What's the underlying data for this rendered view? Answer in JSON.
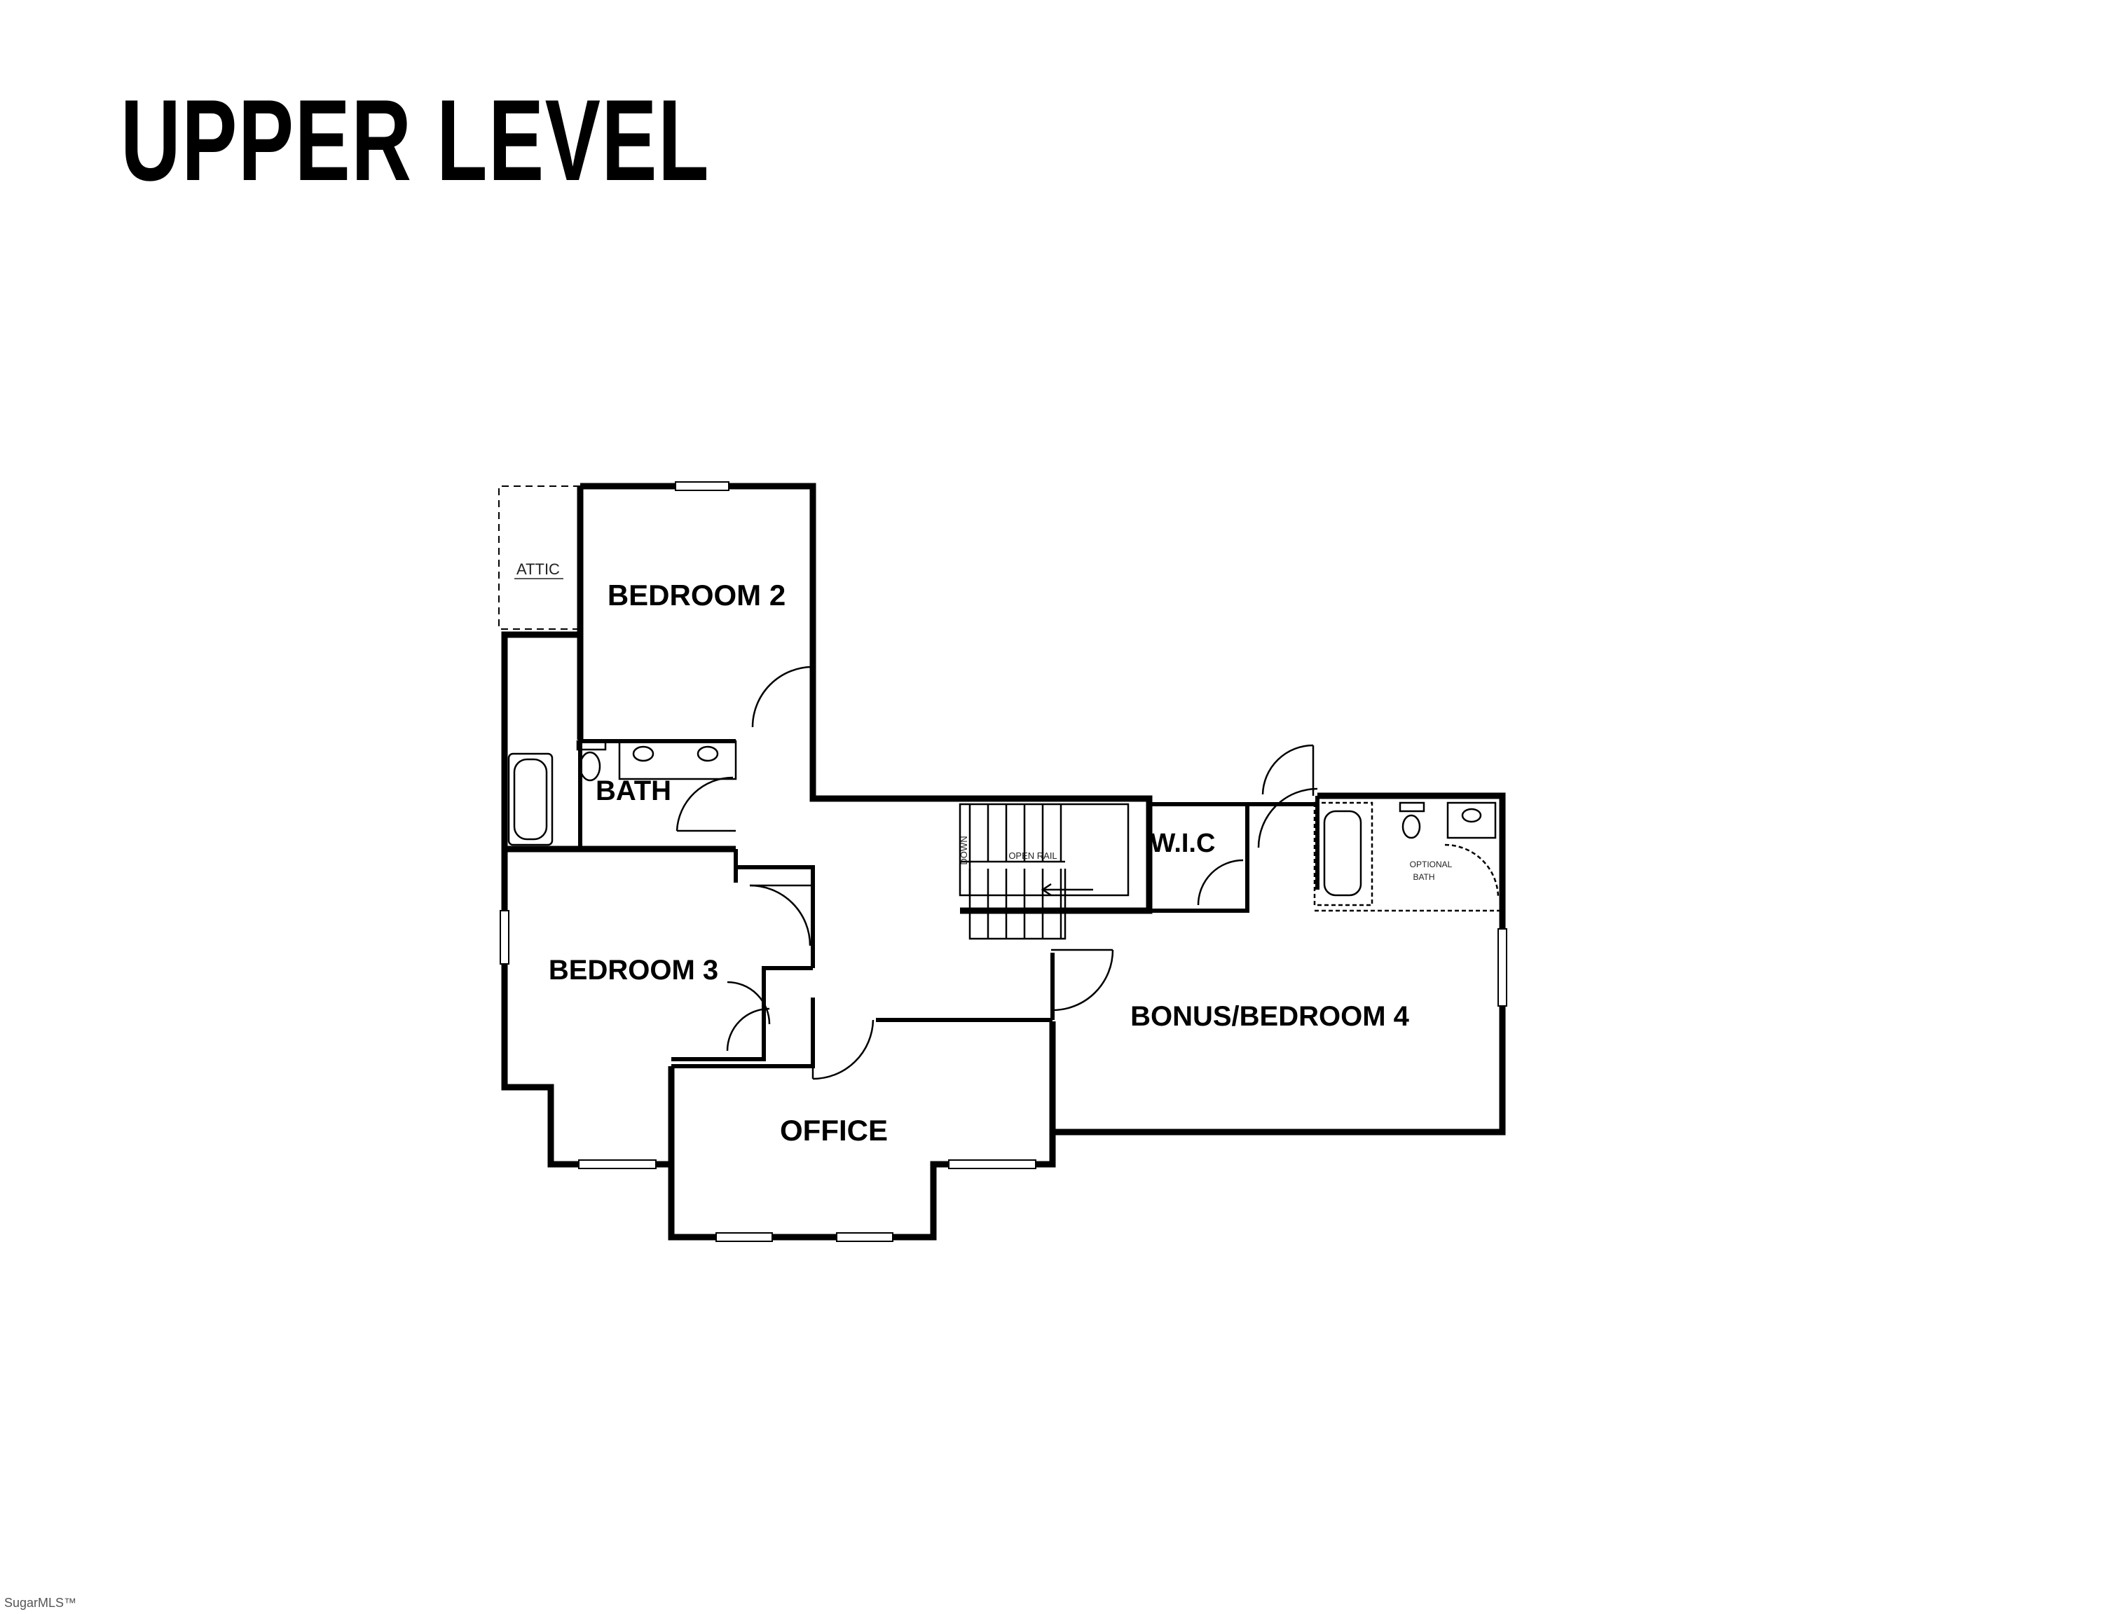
{
  "title": "UPPER LEVEL",
  "rooms": {
    "bedroom2": "BEDROOM 2",
    "bath": "BATH",
    "bedroom3": "BEDROOM 3",
    "wic": "W.I.C",
    "bonus": "BONUS/BEDROOM 4",
    "office": "OFFICE"
  },
  "notes": {
    "attic": "ATTIC",
    "down": "DOWN",
    "open_rail": "OPEN RAIL",
    "optional_bath_1": "OPTIONAL",
    "optional_bath_2": "BATH"
  },
  "watermark": "SugarMLS™"
}
